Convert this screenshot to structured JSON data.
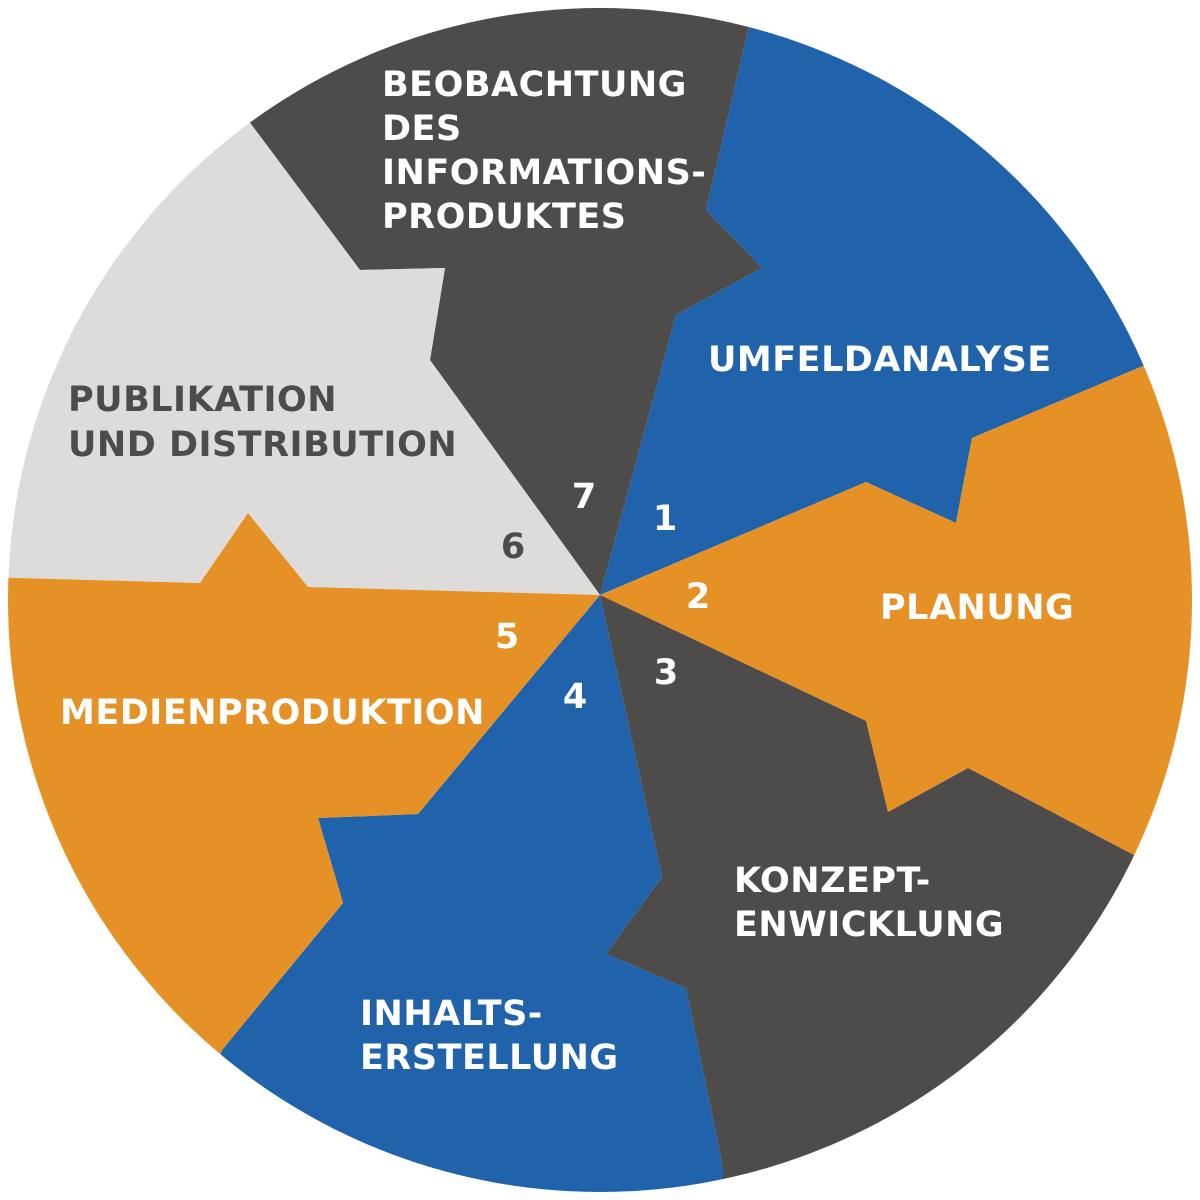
{
  "colors": {
    "dark_gray": "#4d4c4b",
    "blue": "#2163ab",
    "orange": "#e69125",
    "light_gray": "#dedcdb",
    "text_light": "#ffffff",
    "text_dark": "#4d4c4b"
  },
  "segments": [
    {
      "number": "1",
      "lines": [
        "UMFELDANALYSE"
      ]
    },
    {
      "number": "2",
      "lines": [
        "PLANUNG"
      ]
    },
    {
      "number": "3",
      "lines": [
        "KONZEPT-",
        "ENWICKLUNG"
      ]
    },
    {
      "number": "4",
      "lines": [
        "INHALTS-",
        "ERSTELLUNG"
      ]
    },
    {
      "number": "5",
      "lines": [
        "MEDIENPRODUKTION"
      ]
    },
    {
      "number": "6",
      "lines": [
        "PUBLIKATION",
        "UND DISTRIBUTION"
      ]
    },
    {
      "number": "7",
      "lines": [
        "BEOBACHTUNG",
        "DES",
        "INFORMATIONS-",
        "PRODUKTES"
      ]
    }
  ]
}
